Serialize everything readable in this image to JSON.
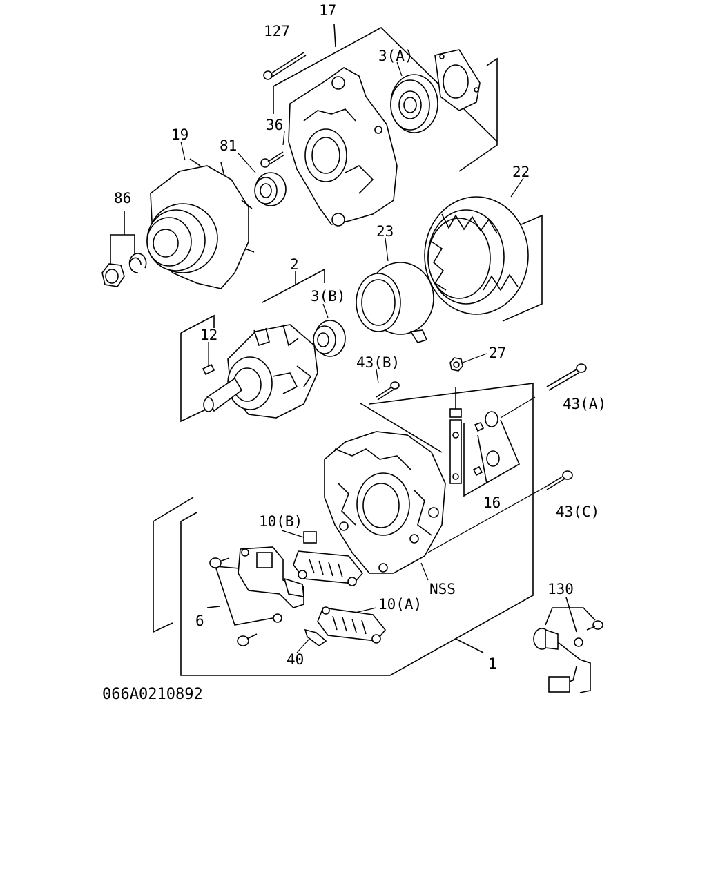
{
  "diagram_code": "066A0210892",
  "labels": {
    "p127": "127",
    "p17": "17",
    "p3a": "3(A)",
    "p36": "36",
    "p81": "81",
    "p19": "19",
    "p86": "86",
    "p22": "22",
    "p23": "23",
    "p2": "2",
    "p3b": "3(B)",
    "p12": "12",
    "p27": "27",
    "p43b": "43(B)",
    "p43a": "43(A)",
    "p16": "16",
    "p43c": "43(C)",
    "p10b": "10(B)",
    "nss": "NSS",
    "p10a": "10(A)",
    "p6": "6",
    "p40": "40",
    "p1": "1",
    "p130": "130"
  }
}
